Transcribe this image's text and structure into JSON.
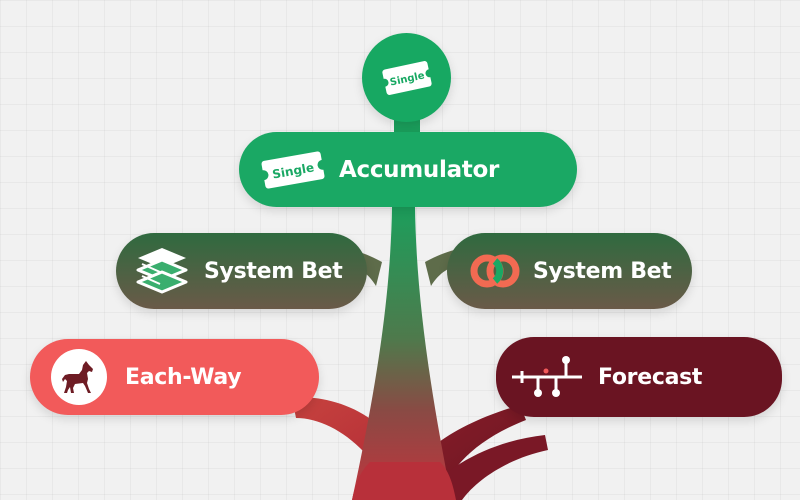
{
  "diagram": {
    "top_icon_text": "Single",
    "colors": {
      "green": "#1aa864",
      "dark_green": "#2f6a3f",
      "coral": "#f25a5a",
      "maroon": "#6a1422",
      "trunk_base": "#b0323a"
    },
    "nodes": [
      {
        "id": "accumulator",
        "label": "Accumulator",
        "icon": "single-ticket-icon",
        "icon_text": "Single"
      },
      {
        "id": "system-left",
        "label": "System Bet",
        "icon": "stacked-layers-icon"
      },
      {
        "id": "system-right",
        "label": "System Bet",
        "icon": "overlapping-rings-icon"
      },
      {
        "id": "each-way",
        "label": "Each-Way",
        "icon": "horse-icon"
      },
      {
        "id": "forecast",
        "label": "Forecast",
        "icon": "forecast-timeline-icon"
      }
    ]
  }
}
